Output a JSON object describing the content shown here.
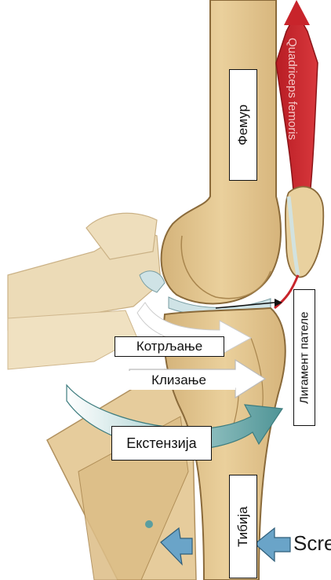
{
  "labels": {
    "femur": "Фемур",
    "quadriceps": "Quadriceps femoris",
    "patellar_ligament": "Лигамент пателе",
    "rolling": "Котрљање",
    "gliding": "Клизање",
    "extension": "Екстензија",
    "tibia": "Тибија",
    "screw": "Scre"
  },
  "colors": {
    "bone": "#e2c48e",
    "bone_shadow": "#c9a66a",
    "bone_outline": "#8a6a3a",
    "muscle_red": "#c8242b",
    "quad_text": "#f4c7c7",
    "arrow_white": "#ffffff",
    "arrow_teal": "#5a9ea0",
    "arrow_blue": "#6aa4c8",
    "cartilage": "#cfe3e6"
  }
}
